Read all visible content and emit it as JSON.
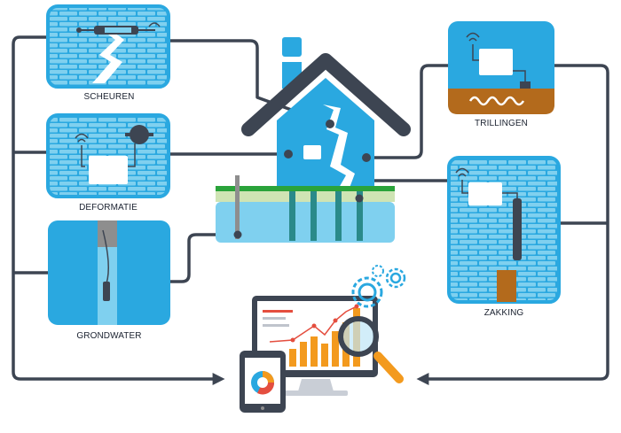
{
  "modules": {
    "scheuren": "SCHEUREN",
    "deformatie": "DEFORMATIE",
    "grondwater": "GRONDWATER",
    "trillingen": "TRILLINGEN",
    "zakking": "ZAKKING"
  },
  "colors": {
    "panel_blue": "#2aa8e0",
    "brick": "#7fd0ef",
    "wire": "#3d4552",
    "roof": "#3d4552",
    "soil": "#b36a1c",
    "chart_orange": "#f39a1e",
    "gear_blue": "#2aa8e0"
  },
  "icons": [
    "crack-icon",
    "wifi-icon",
    "camera-sensor-icon",
    "magnifier-icon",
    "gear-icon",
    "pie-chart-icon",
    "monitor-icon",
    "tablet-icon",
    "arrow-icon"
  ]
}
